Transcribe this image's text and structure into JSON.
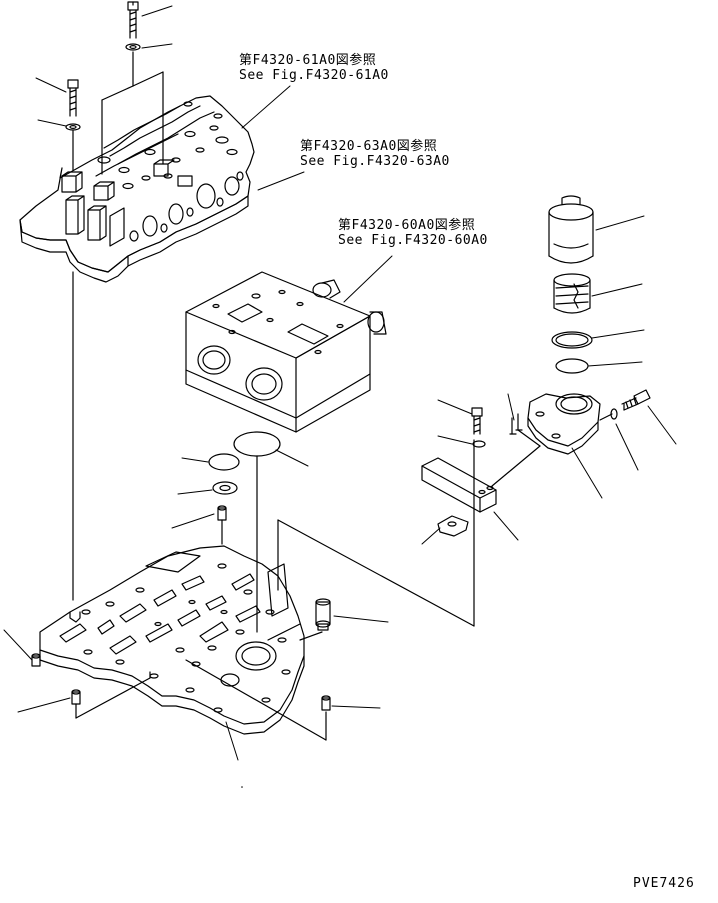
{
  "references": [
    {
      "jp": "第F4320-61A0図参照",
      "en": "See Fig.F4320-61A0"
    },
    {
      "jp": "第F4320-63A0図参照",
      "en": "See Fig.F4320-63A0"
    },
    {
      "jp": "第F4320-60A0図参照",
      "en": "See Fig.F4320-60A0"
    }
  ],
  "drawing_code": "PVE7426",
  "colors": {
    "line": "#000000",
    "background": "#ffffff"
  }
}
